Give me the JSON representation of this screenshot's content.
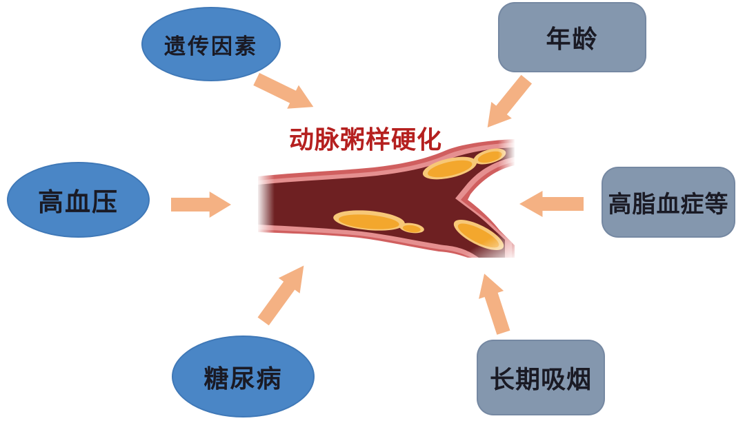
{
  "diagram": {
    "type": "cause-effect-diagram",
    "title": {
      "text": "动脉粥样硬化",
      "color": "#b5201f"
    },
    "center_illustration": {
      "name": "atherosclerotic-artery",
      "colors": {
        "wall": "#d05f5f",
        "inner_lining": "#e59090",
        "lumen": "#6e2022",
        "plaque": "#f3a72d",
        "plaque_rim": "#f7c878"
      }
    },
    "nodes": [
      {
        "id": "genetic-factors",
        "label": "遗传因素",
        "shape": "ellipse",
        "position": "top-left"
      },
      {
        "id": "age",
        "label": "年龄",
        "shape": "rounded-rectangle",
        "position": "top-right"
      },
      {
        "id": "hypertension",
        "label": "高血压",
        "shape": "ellipse",
        "position": "middle-left"
      },
      {
        "id": "hyperlipidemia",
        "label": "高脂血症等",
        "shape": "rounded-rectangle",
        "position": "middle-right"
      },
      {
        "id": "diabetes",
        "label": "糖尿病",
        "shape": "ellipse",
        "position": "bottom-left"
      },
      {
        "id": "long-term-smoking",
        "label": "长期吸烟",
        "shape": "rounded-rectangle",
        "position": "bottom-right"
      }
    ],
    "edges": [
      {
        "from": "genetic-factors",
        "to": "center",
        "direction": "down-right"
      },
      {
        "from": "age",
        "to": "center",
        "direction": "down-left"
      },
      {
        "from": "hypertension",
        "to": "center",
        "direction": "right"
      },
      {
        "from": "hyperlipidemia",
        "to": "center",
        "direction": "left"
      },
      {
        "from": "diabetes",
        "to": "center",
        "direction": "up-right"
      },
      {
        "from": "long-term-smoking",
        "to": "center",
        "direction": "up-left"
      }
    ],
    "colors": {
      "ellipse_fill": "#4a86c6",
      "rect_fill": "#8497ae",
      "arrow_fill": "#f4b183",
      "node_text": "#1a1a24",
      "background": "#ffffff"
    }
  }
}
